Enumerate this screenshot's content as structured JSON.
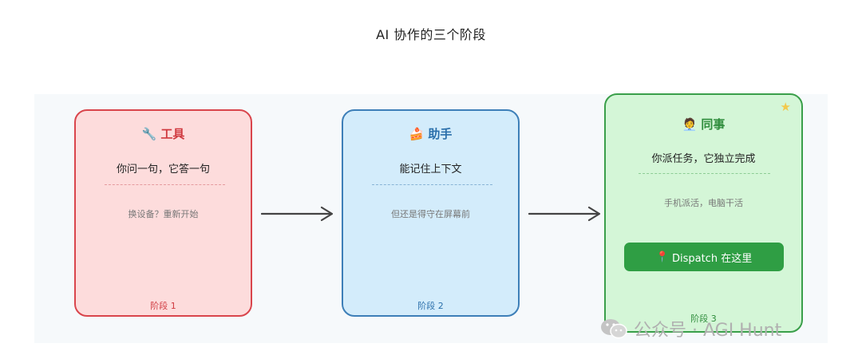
{
  "title": "AI 协作的三个阶段",
  "stages": [
    {
      "icon": "wrench-icon",
      "emoji": "🔧",
      "name": "工具",
      "description": "你问一句，它答一句",
      "note": "换设备？重新开始",
      "stage_label": "阶段 1",
      "color": "#d03a40"
    },
    {
      "icon": "cake-icon",
      "emoji": "🍰",
      "name": "助手",
      "description": "能记住上下文",
      "note": "但还是得守在屏幕前",
      "stage_label": "阶段 2",
      "color": "#2a6fab"
    },
    {
      "icon": "person-icon",
      "emoji": "🧑‍💼",
      "name": "同事",
      "description": "你派任务，它独立完成",
      "note": "手机派活，电脑干活",
      "stage_label": "阶段 3",
      "color": "#2f8d3c",
      "badge_icon": "star-icon",
      "button": {
        "icon": "pin-icon",
        "emoji": "📍",
        "label": "Dispatch 在这里"
      }
    }
  ],
  "watermark": {
    "icon": "wechat-icon",
    "text": "公众号 · AGI Hunt"
  }
}
